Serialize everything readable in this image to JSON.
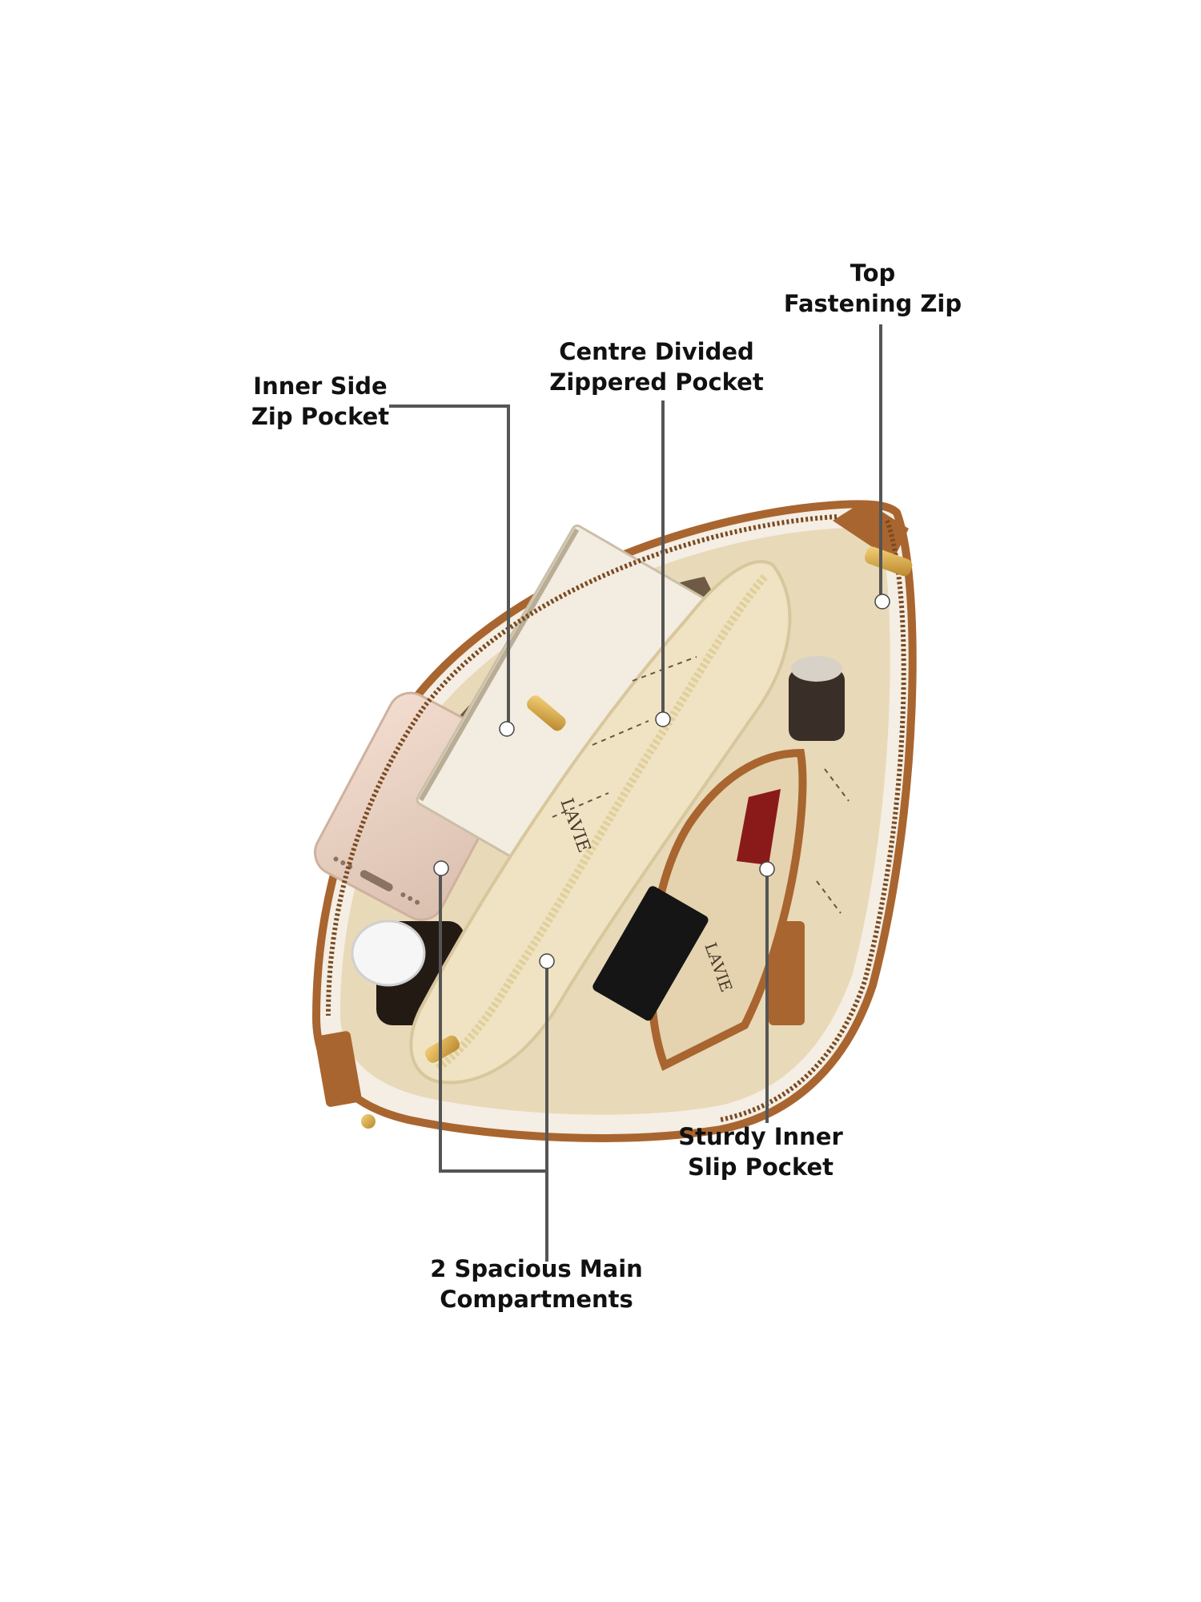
{
  "callouts": {
    "top_zip": [
      "Top",
      "Fastening Zip"
    ],
    "centre_pocket": [
      "Centre Divided",
      "Zippered Pocket"
    ],
    "inner_side": [
      "Inner Side",
      "Zip Pocket"
    ],
    "slip_pocket": [
      "Sturdy Inner",
      "Slip Pocket"
    ],
    "main_compartments": [
      "2 Spacious Main",
      "Compartments"
    ]
  },
  "brand_mark": "LAVIE",
  "colors": {
    "leather_tan": "#a9652f",
    "lining_beige": "#e8d9b8",
    "pouch_cream": "#efe3c4",
    "leader_line": "#555555",
    "dot": "#ffffff"
  }
}
